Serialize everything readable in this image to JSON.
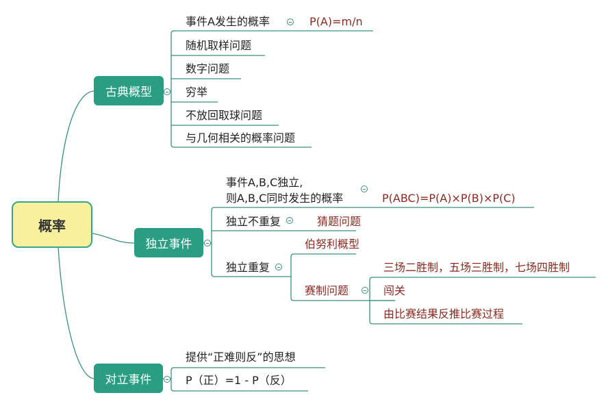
{
  "root": {
    "label": "概率"
  },
  "branches": {
    "classical": {
      "label": "古典概型",
      "items": [
        "事件A发生的概率",
        "随机取样问题",
        "数字问题",
        "穷举",
        "不放回取球问题",
        "与几何相关的概率问题"
      ],
      "formula": "P(A)=m/n"
    },
    "independent": {
      "label": "独立事件",
      "intro_line1": "事件A,B,C独立,",
      "intro_line2": "则A,B,C同时发生的概率",
      "formula": "P(ABC)=P(A)×P(B)×P(C)",
      "no_repeat": {
        "label": "独立不重复",
        "child": "猜题问题"
      },
      "repeat": {
        "label": "独立重复",
        "bernoulli": "伯努利概型",
        "competition": {
          "label": "赛制问题",
          "children": [
            "三场二胜制，五场三胜制，七场四胜制",
            "闯关",
            "由比赛结果反推比赛过程"
          ]
        }
      }
    },
    "opposite": {
      "label": "对立事件",
      "items": [
        "提供“正难则反”的思想",
        "P（正）=1 - P（反）"
      ]
    }
  },
  "colors": {
    "branch": "#2a9d82",
    "root_fill": "#f7f19e",
    "line": "#3a8f7c",
    "formula": "#8a2a22"
  }
}
